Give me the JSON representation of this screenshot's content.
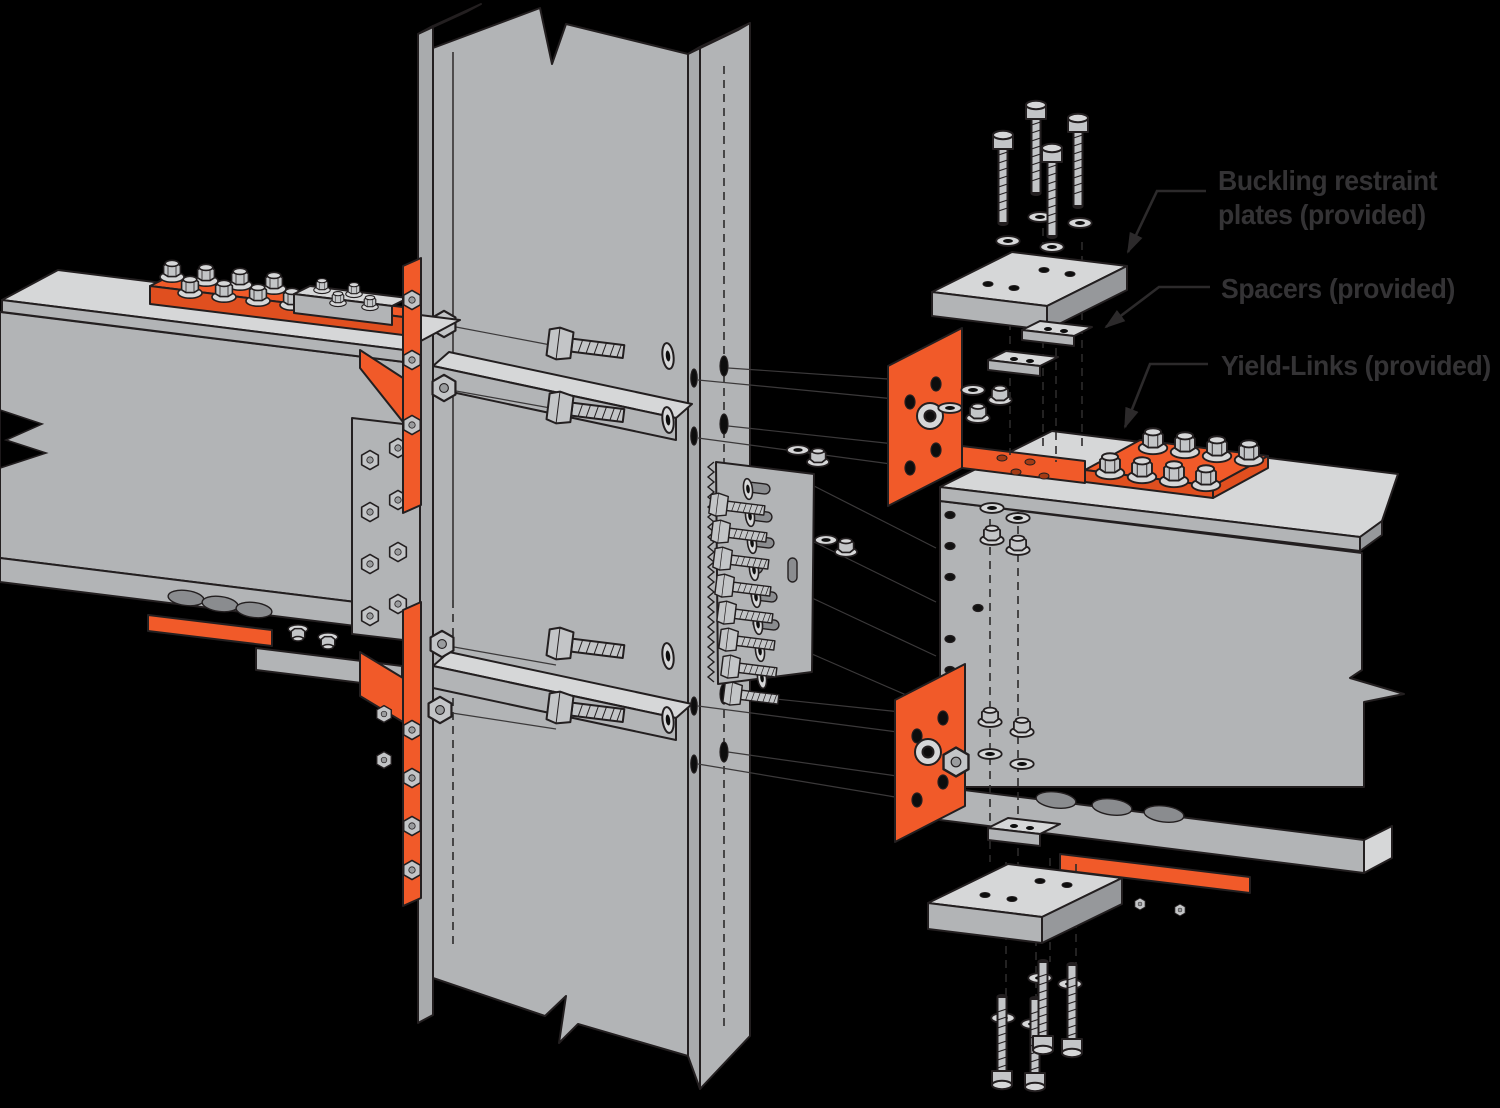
{
  "figure": {
    "type": "exploded-isometric-technical-illustration",
    "subject": "Yield-Link moment connection between a steel column and steel beams",
    "background_color": "#000000"
  },
  "annotations": [
    {
      "id": "buckling-restraint-plates",
      "lines": [
        "Buckling restraint",
        "plates (provided)"
      ]
    },
    {
      "id": "spacers",
      "lines": [
        "Spacers (provided)"
      ]
    },
    {
      "id": "yield-links",
      "lines": [
        "Yield-Links (provided)"
      ]
    }
  ],
  "palette": {
    "orange": "#f15a29",
    "orange_shade": "#e04f1f",
    "steel": "#b2b4b6",
    "steel_light": "#d6d7d8",
    "steel_dark": "#96989b",
    "outline": "#231f20",
    "label_text": "#343335",
    "background": "#000000"
  },
  "parts": [
    "steel column with continuity plates",
    "left beam with installed Yield-Link connection",
    "right beam with exploded Yield-Link connection",
    "Yield-Link T-stubs",
    "buckling restraint plates",
    "spacers",
    "web shear plate",
    "hex bolts",
    "washers",
    "hex nuts"
  ]
}
